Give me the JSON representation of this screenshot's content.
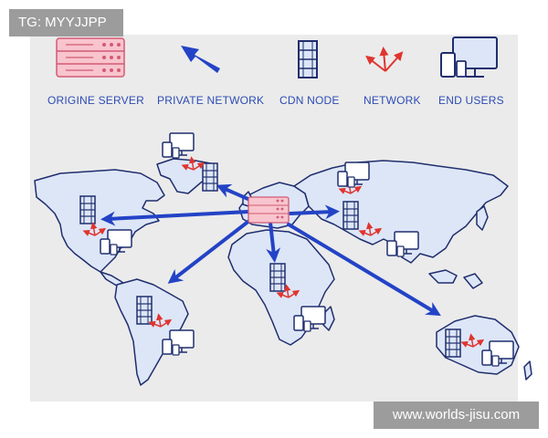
{
  "badges": {
    "top_left": "TG: MYYJJPP",
    "bottom_right": "www.worlds-jisu.com"
  },
  "legend": {
    "origin_server": "ORIGINE SERVER",
    "private_network": "PRIVATE NETWORK",
    "cdn_node": "CDN NODE",
    "network": "NETWORK",
    "end_users": "END USERS"
  },
  "colors": {
    "panel_bg": "#ebebeb",
    "land_fill": "#dde6f7",
    "outline": "#1f2e6e",
    "private_network_arrow": "#2343c6",
    "network_arrow": "#e0342e",
    "origin_server": "#f5a8b5",
    "legend_text": "#2d4cb5",
    "badge_bg": "#9c9c9c"
  },
  "icons": {
    "origin_server": "server-rack-icon",
    "private_network": "blue-arrow-icon",
    "cdn_node": "cdn-node-icon",
    "network": "red-arrows-icon",
    "end_users": "devices-icon"
  }
}
